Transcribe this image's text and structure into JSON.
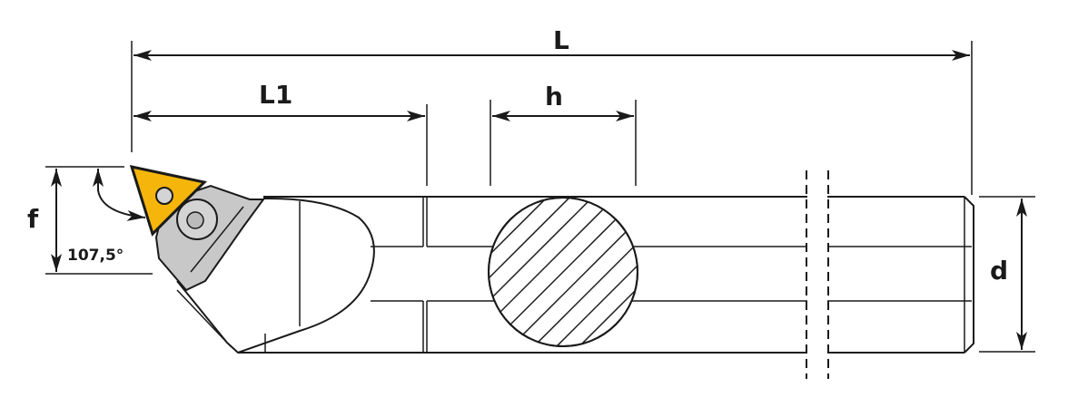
{
  "labels": {
    "L": "L",
    "L1": "L1",
    "h": "h",
    "f": "f",
    "d": "d",
    "angle": "107,5°"
  },
  "colors": {
    "insert": "#f5b50a",
    "clamp": "#c8c8c8",
    "line": "#1a1a1a"
  }
}
